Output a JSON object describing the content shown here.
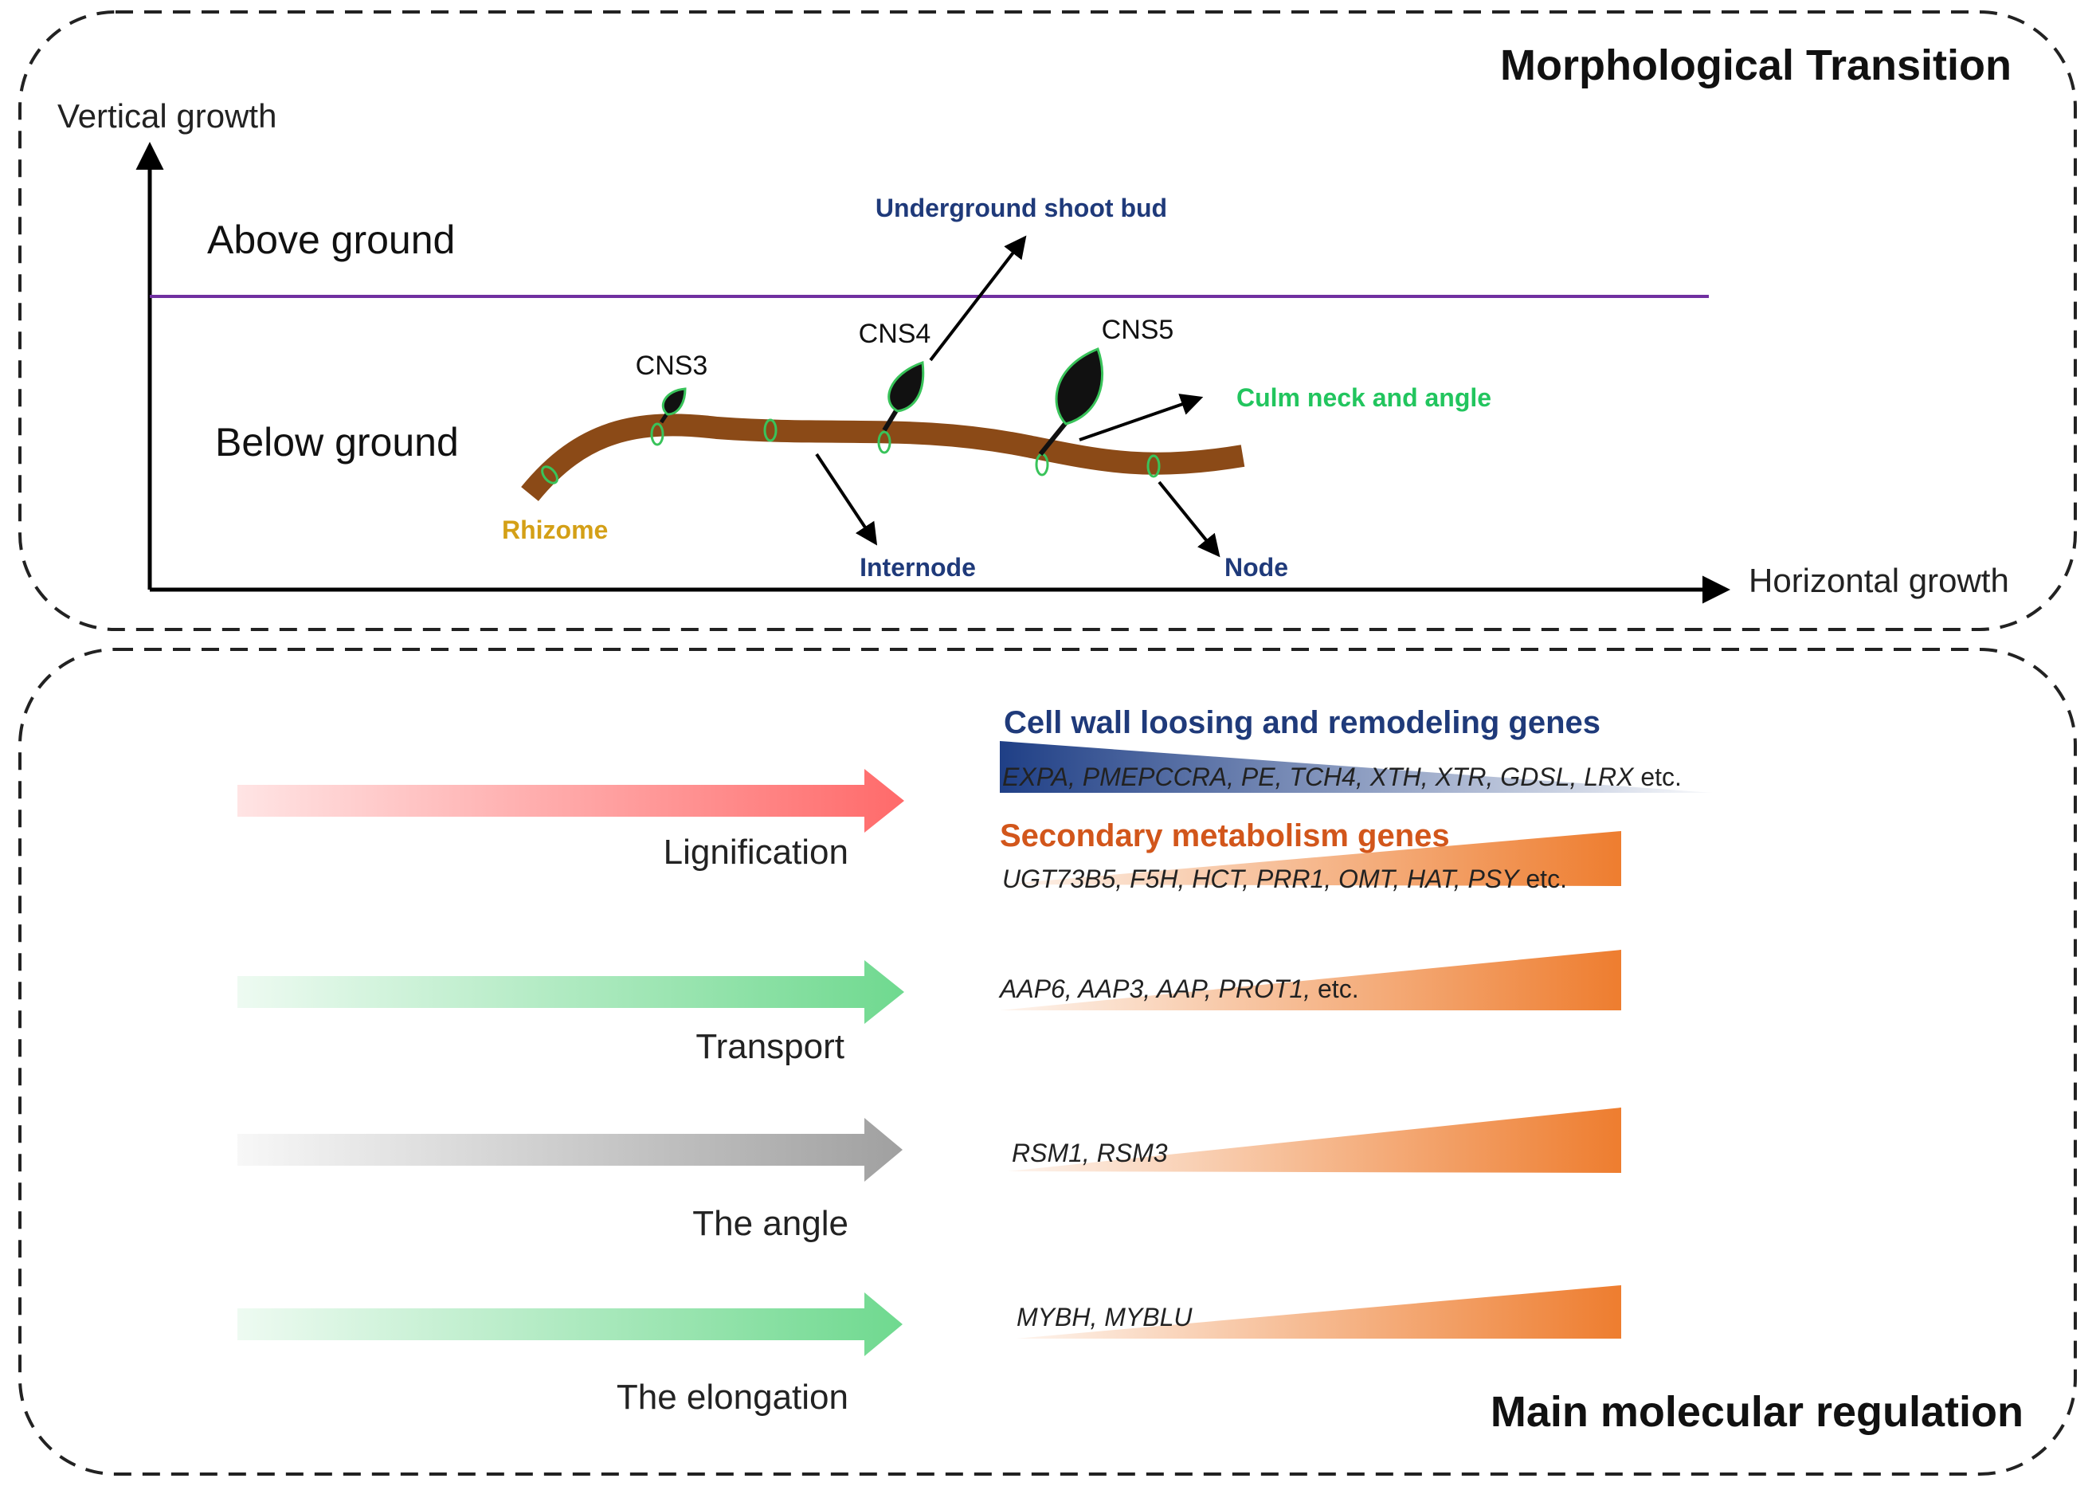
{
  "panel_top": {
    "title": "Morphological Transition",
    "axis_y_label": "Vertical growth",
    "axis_x_label": "Horizontal growth",
    "above_label": "Above ground",
    "below_label": "Below ground",
    "cns3": "CNS3",
    "cns4": "CNS4",
    "cns5": "CNS5",
    "rhizome": "Rhizome",
    "internode": "Internode",
    "node": "Node",
    "shoot_bud": "Underground  shoot bud",
    "culm_neck": "Culm neck and angle"
  },
  "panel_bottom": {
    "title": "Main molecular regulation",
    "processes": [
      "Lignification",
      "Transport",
      "The angle",
      "The elongation"
    ],
    "cell_wall_title": "Cell wall loosing and remodeling genes",
    "cell_wall_genes": "EXPA, PMEPCCRA, PE, TCH4, XTH, XTR, GDSL, LRX",
    "cell_wall_etc": " etc.",
    "secondary_title": "Secondary metabolism genes",
    "secondary_genes": "UGT73B5, F5H, HCT, PRR1, OMT,  HAT, PSY",
    "secondary_etc": " etc.",
    "transport_genes": "AAP6, AAP3, AAP, PROT1,",
    "transport_etc": " etc.",
    "angle_genes": "RSM1, RSM3",
    "elongation_genes": "MYBH, MYBLU"
  },
  "colors": {
    "above_line": "#7030a0",
    "rhizome": "#8b4a17",
    "node_ring": "#39c35a",
    "bud_fill": "#111111",
    "navy_text": "#1f3a7a",
    "rhizome_text": "#d4a017",
    "green_text": "#22c55e",
    "orange_text": "#d2561b",
    "arrow_red": "#ff6a6a",
    "arrow_green": "#6fd98f",
    "arrow_gray": "#a0a0a0",
    "wedge_orange": "#ee7d2f",
    "wedge_blue": "#1f3f86"
  }
}
